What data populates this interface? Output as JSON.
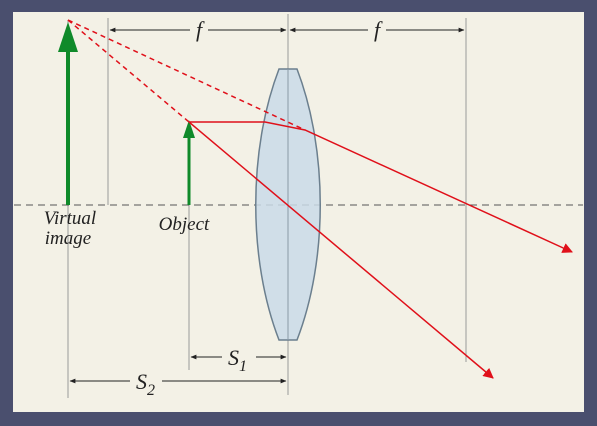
{
  "labels": {
    "focal_left": "f",
    "focal_right": "f",
    "virtual_line1": "Virtual",
    "virtual_line2": "image",
    "object": "Object",
    "s1_main": "S",
    "s1_sub": "1",
    "s2_main": "S",
    "s2_sub": "2"
  },
  "colors": {
    "frame": "#4a4f6e",
    "panel": "#f3f1e6",
    "arrow_green": "#0f8a2a",
    "ray_red": "#e0101a",
    "lens_fill": "#c9dbe8",
    "lens_stroke": "#6b7f8e",
    "guide_line": "#9a9a9a",
    "axis_dash": "#555555"
  }
}
